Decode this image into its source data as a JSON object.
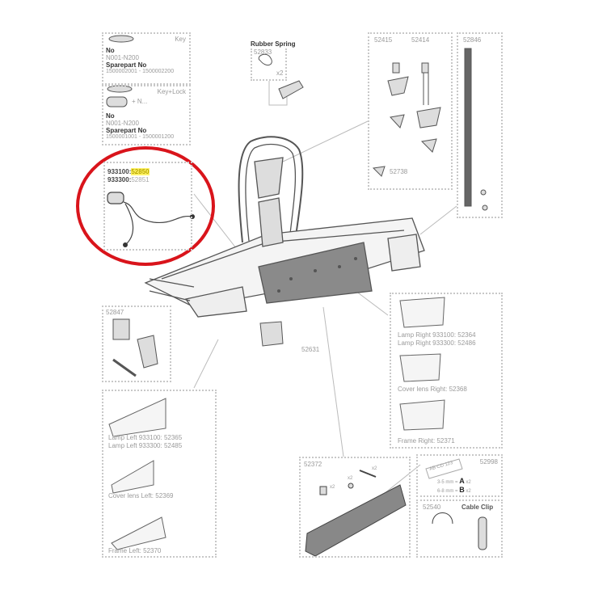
{
  "key_box": {
    "title": "Key",
    "no_label": "No",
    "no_value": "N001-N200",
    "sparepart_label": "Sparepart No",
    "sparepart_value": "1500002001 - 1500002200"
  },
  "keylock_box": {
    "title": "Key+Lock",
    "plus_text": "+ N...",
    "no_label": "No",
    "no_value": "N001-N200",
    "sparepart_label": "Sparepart No",
    "sparepart_value": "1500001001 - 1500001200"
  },
  "rubber_spring": {
    "title": "Rubber Spring",
    "part_no": "52833",
    "qty": "x2"
  },
  "wire_harness": {
    "line1_model": "933100:",
    "line1_part": "52850",
    "line2_model": "933300:",
    "line2_part": "52851",
    "highlight_color": "#fff36a",
    "circle_color": "#d9141b"
  },
  "clamp_parts": {
    "left_no": "52415",
    "right_no": "52414",
    "cap_no": "52738"
  },
  "arm": {
    "part_no": "52846"
  },
  "part_52847": {
    "part_no": "52847"
  },
  "part_52631": {
    "part_no": "52631"
  },
  "right_lamp": {
    "lamp1": "Lamp Right 933100: 52364",
    "lamp2": "Lamp Right 933300: 52486",
    "cover": "Cover lens Right: 52368",
    "frame": "Frame Right: 52371"
  },
  "left_lamp": {
    "lamp1": "Lamp Left 933100: 52365",
    "lamp2": "Lamp Left 933300: 52485",
    "cover": "Cover lens Left: 52369",
    "frame": "Frame Left: 52370"
  },
  "plate": {
    "part_no": "52372",
    "qty_bolt": "x2",
    "qty_washer": "x2",
    "qty_screw": "x2"
  },
  "plate_holder": {
    "part_no": "52998",
    "plate_text": "AB CD 123",
    "size_a": "3-5 mm =",
    "size_b": "6-8 mm =",
    "letter_a": "A",
    "letter_b": "B",
    "qty_a": "x2",
    "qty_b": "x2"
  },
  "strap": {
    "part_no": "52540"
  },
  "cable_clip": {
    "title": "Cable Clip"
  }
}
